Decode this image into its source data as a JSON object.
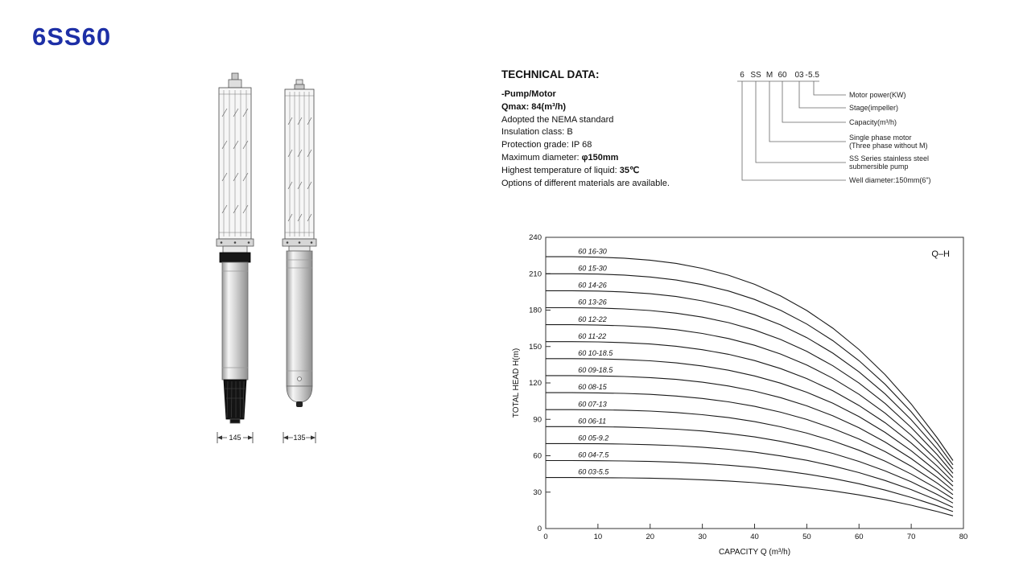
{
  "page": {
    "title": "6SS60",
    "accent_color": "#1d2fa6"
  },
  "pumps": {
    "left_dim": "145",
    "right_dim": "135"
  },
  "technical": {
    "heading": "TECHNICAL DATA:",
    "lines": [
      [
        {
          "t": "-Pump/Motor",
          "b": true
        }
      ],
      [
        {
          "t": "Qmax: 84(m³/h)",
          "b": true
        }
      ],
      [
        {
          "t": "Adopted the NEMA standard",
          "b": false
        }
      ],
      [
        {
          "t": "Insulation class: B",
          "b": false
        }
      ],
      [
        {
          "t": "Protection grade: IP 68",
          "b": false
        }
      ],
      [
        {
          "t": "Maximum diameter: ",
          "b": false
        },
        {
          "t": "φ150mm",
          "b": true
        }
      ],
      [
        {
          "t": "Highest temperature of liquid: ",
          "b": false
        },
        {
          "t": "35℃",
          "b": true
        }
      ],
      [
        {
          "t": "Options of different materials are available.",
          "b": false
        }
      ]
    ]
  },
  "nomenclature": {
    "separator": "-",
    "tokens": [
      {
        "code": "6",
        "label": [
          "Well diameter:150mm(6\")"
        ]
      },
      {
        "code": "SS",
        "label": [
          "SS Series stainless steel",
          "submersible pump"
        ]
      },
      {
        "code": "M",
        "label": [
          "Single phase motor",
          "(Three phase without M)"
        ]
      },
      {
        "code": "60",
        "label": [
          "Capacity(m³/h)"
        ]
      },
      {
        "code": "03",
        "label": [
          "Stage(impeller)"
        ]
      },
      {
        "code": "5.5",
        "label": [
          "Motor power(KW)"
        ]
      }
    ]
  },
  "chart_data": {
    "type": "line",
    "title": "Q–H",
    "xlabel": "CAPACITY Q (m³/h)",
    "ylabel": "TOTAL HEAD H(m)",
    "xlim": [
      0,
      80
    ],
    "ylim": [
      0,
      240
    ],
    "xticks": [
      0,
      10,
      20,
      30,
      40,
      50,
      60,
      70,
      80
    ],
    "yticks": [
      0,
      30,
      60,
      90,
      120,
      150,
      180,
      210,
      240
    ],
    "grid": false,
    "legend_position": "labels-on-curves",
    "x": [
      0,
      5,
      10,
      15,
      20,
      25,
      30,
      35,
      40,
      45,
      50,
      55,
      60,
      65,
      70,
      75,
      78
    ],
    "series": [
      {
        "name": "60 16-30",
        "stages": 16,
        "values": [
          224.0,
          224.0,
          223.6,
          222.8,
          221.2,
          218.5,
          214.4,
          208.8,
          201.3,
          191.7,
          179.7,
          165.1,
          147.5,
          126.8,
          102.6,
          74.6,
          56.0
        ]
      },
      {
        "name": "60 15-30",
        "stages": 15,
        "values": [
          210.0,
          210.0,
          209.7,
          208.9,
          207.3,
          204.8,
          201.0,
          195.8,
          188.8,
          179.8,
          168.5,
          154.8,
          138.3,
          118.9,
          96.2,
          70.0,
          52.5
        ]
      },
      {
        "name": "60 14-26",
        "stages": 14,
        "values": [
          196.0,
          196.0,
          195.7,
          195.0,
          193.5,
          191.2,
          187.6,
          182.7,
          176.2,
          167.8,
          157.3,
          144.5,
          129.1,
          110.9,
          89.7,
          65.3,
          49.0
        ]
      },
      {
        "name": "60 13-26",
        "stages": 13,
        "values": [
          182.0,
          182.0,
          181.7,
          181.0,
          179.7,
          177.5,
          174.2,
          169.7,
          163.6,
          155.8,
          146.0,
          134.1,
          119.9,
          103.0,
          83.3,
          60.7,
          45.5
        ]
      },
      {
        "name": "60 12-22",
        "stages": 12,
        "values": [
          168.0,
          168.0,
          167.7,
          167.1,
          165.9,
          163.9,
          160.8,
          156.6,
          151.0,
          143.8,
          134.8,
          123.8,
          110.6,
          95.1,
          76.9,
          56.0,
          42.0
        ]
      },
      {
        "name": "60 11-22",
        "stages": 11,
        "values": [
          154.0,
          154.0,
          153.8,
          153.2,
          152.1,
          150.2,
          147.4,
          143.6,
          138.4,
          131.8,
          123.6,
          113.5,
          101.4,
          87.2,
          70.5,
          51.3,
          38.5
        ]
      },
      {
        "name": "60 10-18.5",
        "stages": 10,
        "values": [
          140.0,
          140.0,
          139.8,
          139.3,
          138.2,
          136.5,
          134.0,
          130.5,
          125.8,
          119.8,
          112.3,
          103.2,
          92.2,
          79.2,
          64.1,
          46.7,
          35.0
        ]
      },
      {
        "name": "60 09-18.5",
        "stages": 9,
        "values": [
          126.0,
          126.0,
          125.8,
          125.3,
          124.4,
          122.9,
          120.6,
          117.5,
          113.3,
          107.9,
          101.1,
          92.9,
          83.0,
          71.3,
          57.7,
          42.0,
          31.5
        ]
      },
      {
        "name": "60 08-15",
        "stages": 8,
        "values": [
          112.0,
          112.0,
          111.8,
          111.4,
          110.6,
          109.2,
          107.2,
          104.4,
          100.7,
          95.9,
          89.9,
          82.5,
          73.8,
          63.4,
          51.3,
          37.3,
          28.0
        ]
      },
      {
        "name": "60 07-13",
        "stages": 7,
        "values": [
          98.0,
          98.0,
          97.8,
          97.5,
          96.8,
          95.6,
          93.8,
          91.4,
          88.1,
          83.9,
          78.6,
          72.2,
          64.5,
          55.5,
          44.9,
          32.7,
          24.5
        ]
      },
      {
        "name": "60 06-11",
        "stages": 6,
        "values": [
          84.0,
          84.0,
          83.9,
          83.6,
          82.9,
          81.9,
          80.4,
          78.3,
          75.5,
          71.9,
          67.4,
          61.9,
          55.3,
          47.5,
          38.5,
          28.0,
          21.0
        ]
      },
      {
        "name": "60 05-9.2",
        "stages": 5,
        "values": [
          70.0,
          70.0,
          69.9,
          69.6,
          69.1,
          68.3,
          67.0,
          65.3,
          62.9,
          59.9,
          56.2,
          51.6,
          46.1,
          39.6,
          32.1,
          23.3,
          17.5
        ]
      },
      {
        "name": "60 04-7.5",
        "stages": 4,
        "values": [
          56.0,
          56.0,
          55.9,
          55.7,
          55.3,
          54.6,
          53.6,
          52.2,
          50.3,
          47.9,
          44.9,
          41.3,
          36.9,
          31.7,
          25.6,
          18.7,
          14.0
        ]
      },
      {
        "name": "60 03-5.5",
        "stages": 3,
        "values": [
          42.0,
          42.0,
          41.9,
          41.8,
          41.5,
          41.0,
          40.2,
          39.2,
          37.8,
          36.0,
          33.7,
          31.0,
          27.7,
          23.8,
          19.2,
          14.0,
          10.5
        ]
      }
    ]
  }
}
